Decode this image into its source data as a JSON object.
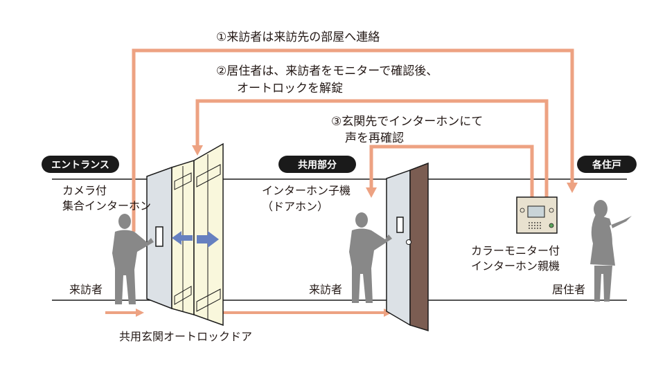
{
  "steps": {
    "step1": "①来訪者は来訪先の部屋へ連絡",
    "step2_line1": "②居住者は、来訪者をモニターで確認後、",
    "step2_line2": "オートロックを解錠",
    "step3_line1": "③玄関先でインターホンにて",
    "step3_line2": "声を再確認"
  },
  "zones": {
    "entrance": "エントランス",
    "common": "共用部分",
    "residence": "各住戸"
  },
  "labels": {
    "camera_intercom_line1": "カメラ付",
    "camera_intercom_line2": "集合インターホン",
    "handset_line1": "インターホン子機",
    "handset_line2": "（ドアホン）",
    "monitor_line1": "カラーモニター付",
    "monitor_line2": "インターホン親機",
    "visitor_entrance": "来訪者",
    "visitor_common": "来訪者",
    "resident": "居住者",
    "autolock_door": "共用玄関オートロックドア"
  },
  "colors": {
    "arrow": "#eda282",
    "pill": "#1a1a1a",
    "figure": "#888888",
    "door_panel": "#f9f7dc",
    "door_frame": "#dce1e6",
    "unit_door": "#7b5d52",
    "slide_arrow": "#6680c0",
    "line": "#1a1a1a"
  }
}
